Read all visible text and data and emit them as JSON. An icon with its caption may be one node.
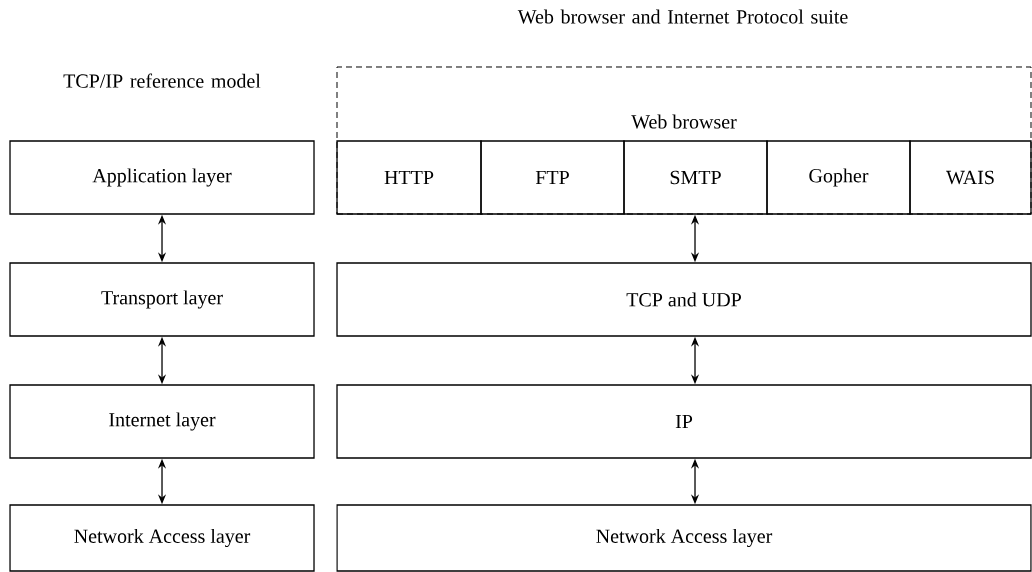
{
  "diagram": {
    "nodes": [
      {
        "text": [
          "Application layer"
        ]
      },
      {
        "text": [
          "Transport layer"
        ]
      },
      {
        "text": [
          "Internet layer"
        ]
      },
      {
        "text": [
          "Network Access layer"
        ]
      },
      {
        "text": [
          "Web browser"
        ]
      },
      {
        "text": [
          "HTTP"
        ],
        "in": 4
      },
      {
        "text": [
          "FTP"
        ],
        "in": 4
      },
      {
        "text": [
          "SMTP"
        ],
        "in": 4
      },
      {
        "text": [
          "Gopher"
        ],
        "in": 4
      },
      {
        "text": [
          "WAIS"
        ],
        "in": 4
      },
      {
        "text": [
          "TCP and UDP"
        ]
      },
      {
        "text": [
          "IP"
        ]
      },
      {
        "text": [
          "Network Access layer"
        ]
      }
    ],
    "edges": [
      {
        "from": 0,
        "to": 1,
        "arrow": "both"
      },
      {
        "from": 1,
        "to": 2,
        "arrow": "both"
      },
      {
        "from": 2,
        "to": 3,
        "arrow": "both"
      },
      {
        "from": 7,
        "to": 10,
        "arrow": "both"
      },
      {
        "from": 10,
        "to": 11,
        "arrow": "both"
      },
      {
        "from": 11,
        "to": 12,
        "arrow": "both"
      }
    ],
    "labels": [
      "Web browser and Internet Protocol suite",
      "TCP/IP reference model"
    ]
  }
}
